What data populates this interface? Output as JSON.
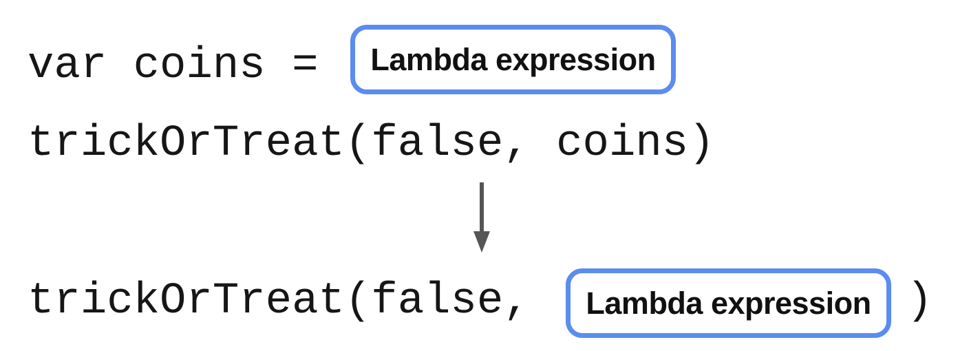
{
  "diagram": {
    "line1": {
      "code": "var coins = ",
      "box_label": "Lambda expression"
    },
    "line2": {
      "code": "trickOrTreat(false, coins)"
    },
    "arrow": "down-arrow",
    "line3": {
      "code_before": "trickOrTreat(false,",
      "box_label": "Lambda expression",
      "code_after": ")"
    }
  },
  "colors": {
    "box_border": "#5b8cf0",
    "box_background": "#ffffff",
    "code_text": "#161616",
    "label_text": "#111111",
    "arrow": "#555658",
    "background": "#ffffff"
  }
}
